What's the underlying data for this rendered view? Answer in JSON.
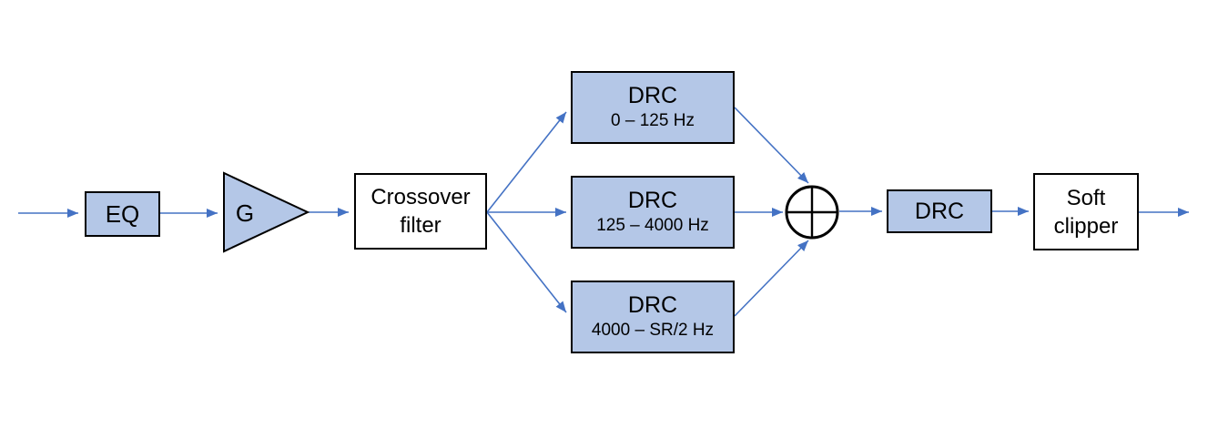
{
  "colors": {
    "block_fill": "#b4c7e7",
    "block_border": "#000000",
    "arrow": "#4472c4",
    "text": "#000000"
  },
  "blocks": {
    "eq": {
      "label": "EQ"
    },
    "gain": {
      "label": "G"
    },
    "crossover": {
      "line1": "Crossover",
      "line2": "filter"
    },
    "drc_low": {
      "label": "DRC",
      "range": "0 – 125 Hz"
    },
    "drc_mid": {
      "label": "DRC",
      "range": "125 – 4000 Hz"
    },
    "drc_high": {
      "label": "DRC",
      "range": "4000 – SR/2 Hz"
    },
    "sum": {
      "icon": "circled-plus"
    },
    "drc_post": {
      "label": "DRC"
    },
    "soft_clipper": {
      "line1": "Soft",
      "line2": "clipper"
    }
  }
}
